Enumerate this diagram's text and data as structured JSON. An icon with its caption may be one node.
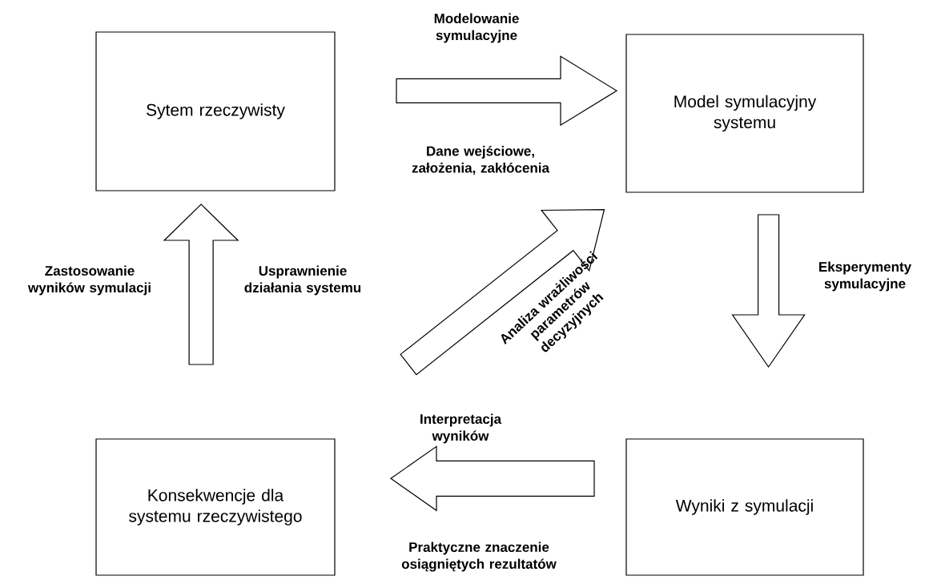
{
  "diagram": {
    "nodes": [
      {
        "text": [
          "Sytem rzeczywisty"
        ]
      },
      {
        "text": [
          "Model symulacyjny systemu"
        ]
      },
      {
        "text": [
          "Konsekwencje dla systemu rzeczywistego"
        ]
      },
      {
        "text": [
          "Wyniki z symulacji"
        ]
      }
    ],
    "edges": [
      {
        "from": 0,
        "to": 1,
        "arrow": "to",
        "label": "Modelowanie symulacyjne"
      },
      {
        "from": 1,
        "to": 3,
        "arrow": "to",
        "label": "Eksperymenty symulacyjne"
      },
      {
        "from": 3,
        "to": 2,
        "arrow": "to",
        "label": "Interpretacja wyników"
      },
      {
        "from": 2,
        "to": 0,
        "arrow": "to",
        "label": "Zastosowanie wyników symulacji"
      },
      {
        "from": null,
        "to": 1,
        "arrow": "to",
        "label": "Analiza wrażliwości parametrów decyzyjnych"
      }
    ],
    "labels": [
      "Dane wejściowe, założenia, zakłócenia",
      "Usprawnienie działania systemu",
      "Praktyczne znaczenie osiągniętych rezultatów"
    ]
  }
}
